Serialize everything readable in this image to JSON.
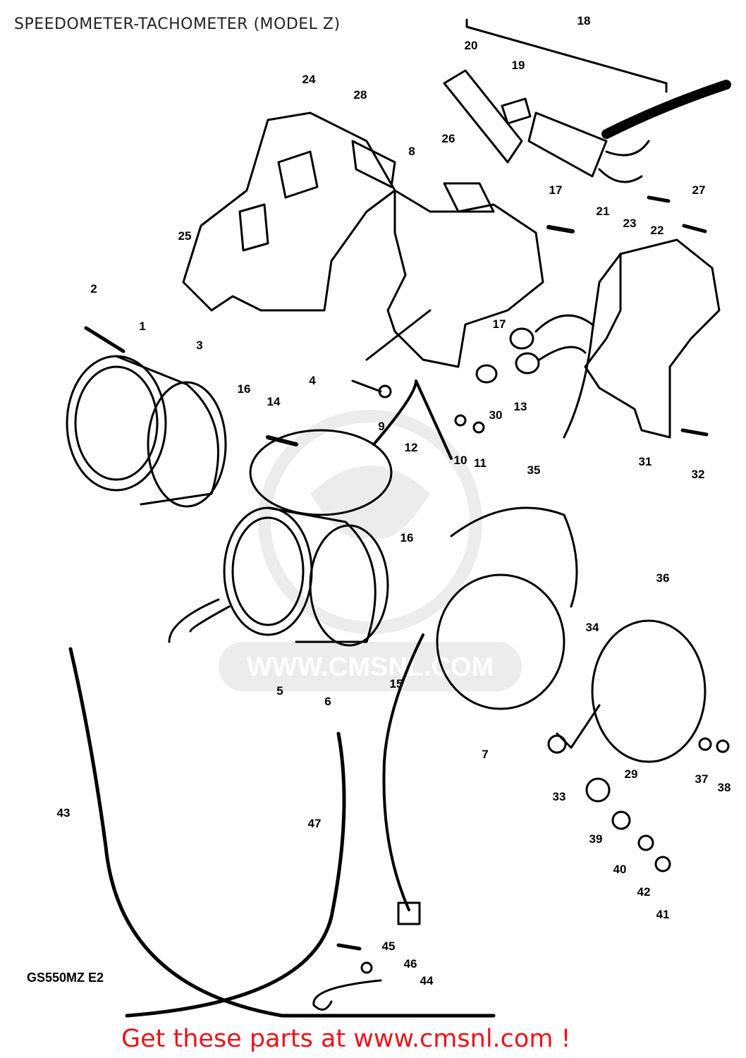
{
  "title": "SPEEDOMETER-TACHOMETER (MODEL Z)",
  "model_code": "GS550MZ E2",
  "footer_link": "Get these parts at www.cmsnl.com !",
  "watermark_text": "WWW.CMSNL.COM",
  "callouts": [
    "1",
    "2",
    "3",
    "4",
    "5",
    "6",
    "7",
    "8",
    "9",
    "10",
    "11",
    "12",
    "13",
    "14",
    "15",
    "16",
    "17",
    "18",
    "19",
    "20",
    "21",
    "22",
    "23",
    "24",
    "25",
    "26",
    "27",
    "28",
    "29",
    "30",
    "31",
    "32",
    "33",
    "34",
    "35",
    "36",
    "37",
    "38",
    "39",
    "40",
    "41",
    "42",
    "43",
    "44",
    "45",
    "46",
    "47"
  ],
  "colors": {
    "line": "#000000",
    "footer": "#e8141a",
    "watermark": "#9a9a9a"
  }
}
